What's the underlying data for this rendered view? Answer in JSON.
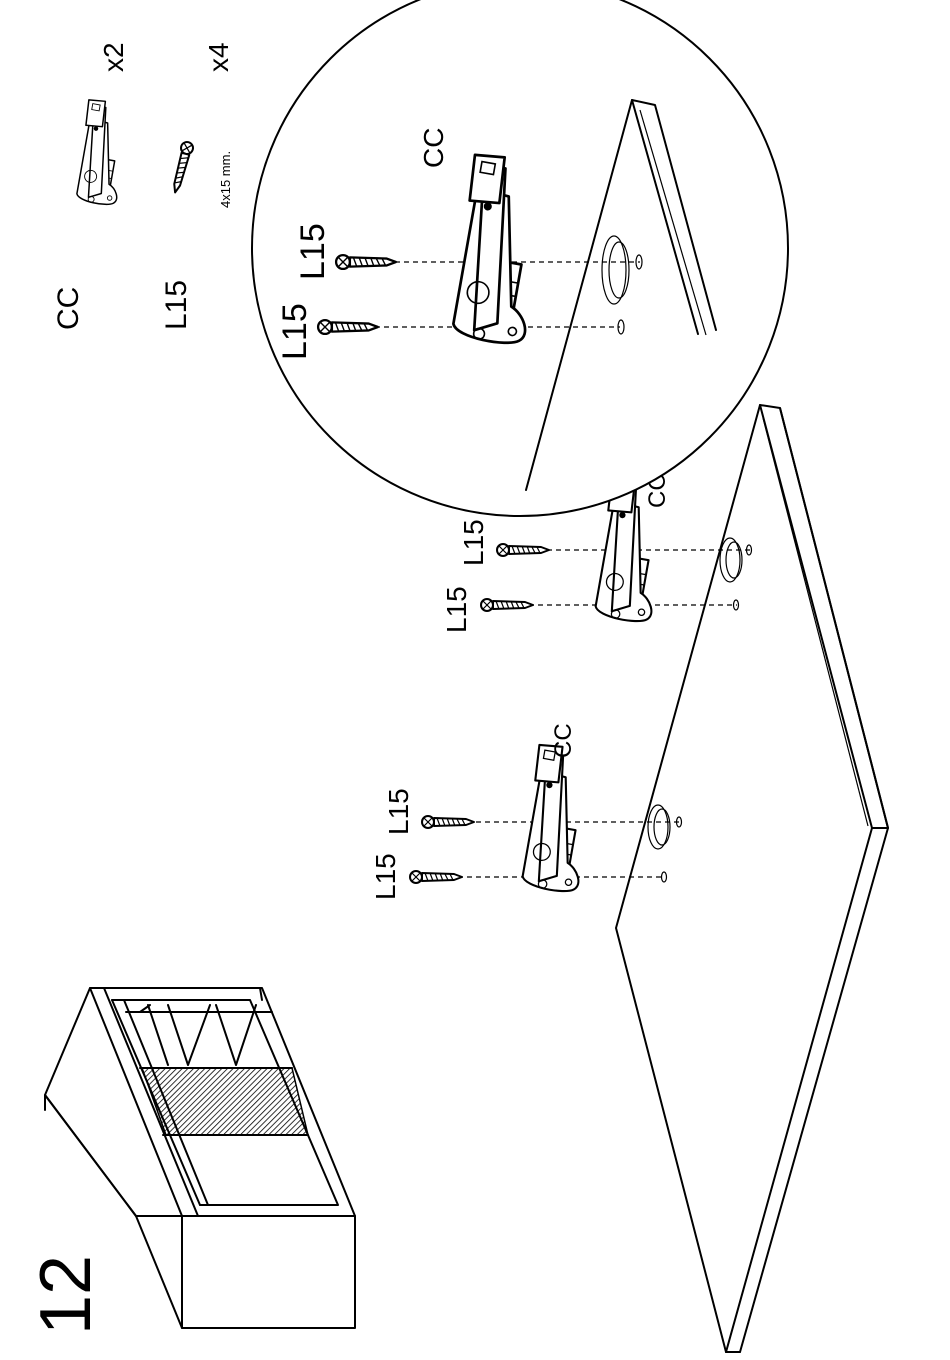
{
  "step": {
    "number": "12"
  },
  "parts": {
    "bracket": {
      "code": "CC",
      "quantity": "x2"
    },
    "screw": {
      "code": "L15",
      "quantity": "x4",
      "size": "4x15 mm."
    }
  },
  "detail": {
    "screw_label_1": "L15",
    "screw_label_2": "L15",
    "bracket_label": "CC"
  },
  "assembly_1": {
    "screw_label_1": "L15",
    "screw_label_2": "L15",
    "bracket_label": "CC"
  },
  "assembly_2": {
    "screw_label_1": "L15",
    "screw_label_2": "L15",
    "bracket_label": "CC"
  }
}
